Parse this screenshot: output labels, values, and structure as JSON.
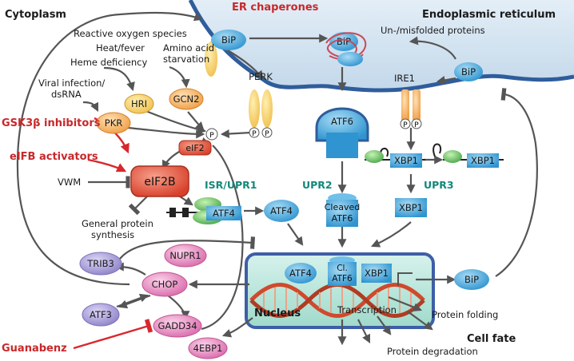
{
  "labels": {
    "cytoplasm": "Cytoplasm",
    "er_chaperones": "ER chaperones",
    "endoplasmic_reticulum": "Endoplasmic reticulum",
    "ros": "Reactive oxygen species",
    "heat": "Heat/fever",
    "aa_starvation_1": "Amino acid",
    "aa_starvation_2": "starvation",
    "heme": "Heme deficiency",
    "viral_1": "Viral infection/",
    "viral_2": "dsRNA",
    "misfolded": "Un-/misfolded proteins",
    "gsk3b": "GSK3β inhibitors",
    "eifb_activators": "eIFB activators",
    "vwm": "VWM",
    "isr_upr1": "ISR/UPR1",
    "upr2": "UPR2",
    "upr3": "UPR3",
    "general_protein_1": "General protein",
    "general_protein_2": "synthesis",
    "nucleus": "Nucleus",
    "transcription": "Transcription",
    "protein_folding": "Protein folding",
    "cell_fate": "Cell fate",
    "protein_degradation": "Protein degradation",
    "guanabenz": "Guanabenz"
  },
  "nodes": {
    "bip": "BiP",
    "perk": "PERK",
    "ire1": "IRE1",
    "hri": "HRI",
    "gcn2": "GCN2",
    "pkr": "PKR",
    "p": "P",
    "eif2": "eIF2",
    "eif2b": "eIF2B",
    "atf6": "ATF6",
    "xbp1": "XBP1",
    "atf4": "ATF4",
    "cleaved_atf6_1": "Cleaved",
    "cleaved_atf6_2": "ATF6",
    "cl_atf6_1": "Cl.",
    "cl_atf6_2": "ATF6",
    "trib3": "TRIB3",
    "nupr1": "NUPR1",
    "chop": "CHOP",
    "atf3": "ATF3",
    "gadd34": "GADD34",
    "4ebp1": "4EBP1"
  },
  "colors": {
    "red": "#c8282a",
    "teal": "#12897a",
    "bip_blue": "#4aaee0",
    "nucleus_fill": "#bfe8df",
    "er_fill": "#cfe0ee",
    "kinase_orange": "#f6b46a",
    "pink": "#e58bc0",
    "purple": "#a89fd8"
  }
}
